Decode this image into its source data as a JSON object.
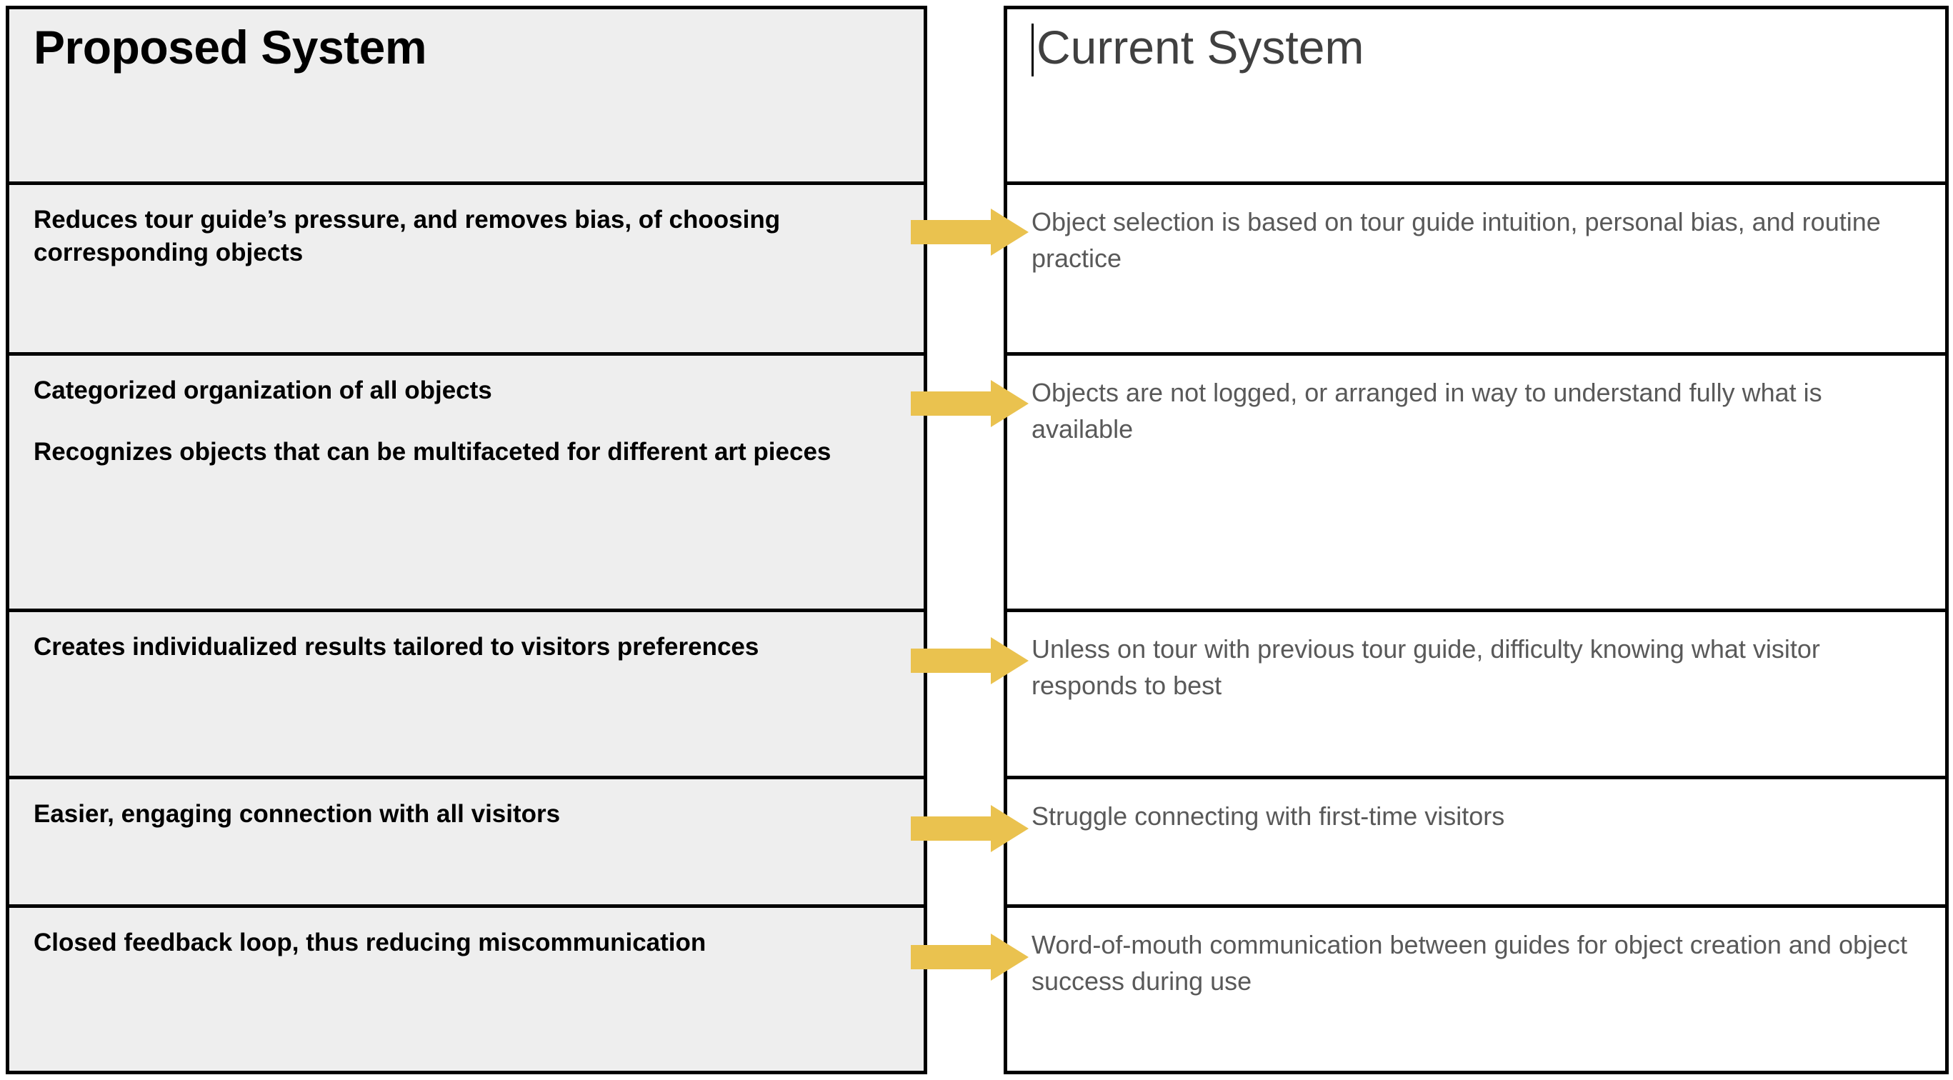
{
  "diagram": {
    "title": "Proposed System vs Current System comparison",
    "arrow_color": "#eac24f",
    "left_cell_background": "#eeeeee",
    "right_text_color": "#595959",
    "border_color": "#000000"
  },
  "columns": {
    "left": {
      "header": "Proposed System",
      "rows": [
        {
          "lines": [
            "Reduces tour guide’s pressure, and removes bias, of choosing corresponding objects"
          ]
        },
        {
          "lines": [
            "Categorized organization of all objects",
            "Recognizes objects that can be multifaceted for different art pieces"
          ]
        },
        {
          "lines": [
            "Creates individualized results tailored to visitors preferences"
          ]
        },
        {
          "lines": [
            "Easier, engaging connection with all visitors"
          ]
        },
        {
          "lines": [
            "Closed feedback loop, thus reducing miscommunication"
          ]
        }
      ]
    },
    "right": {
      "header": "Current System",
      "rows": [
        {
          "lines": [
            "Object selection is based on tour guide intuition, personal bias, and routine practice"
          ]
        },
        {
          "lines": [
            "Objects are not logged, or arranged in way to understand fully what is available"
          ]
        },
        {
          "lines": [
            "Unless on tour with previous tour guide, difficulty knowing what visitor responds to best"
          ]
        },
        {
          "lines": [
            "Struggle connecting with first-time visitors"
          ]
        },
        {
          "lines": [
            "Word-of-mouth communication between guides for object creation and object success during use"
          ]
        }
      ]
    }
  },
  "arrows": [
    {
      "name": "arrow-row-1",
      "direction": "right"
    },
    {
      "name": "arrow-row-2",
      "direction": "right"
    },
    {
      "name": "arrow-row-3",
      "direction": "right"
    },
    {
      "name": "arrow-row-4",
      "direction": "right"
    },
    {
      "name": "arrow-row-5",
      "direction": "right"
    }
  ]
}
